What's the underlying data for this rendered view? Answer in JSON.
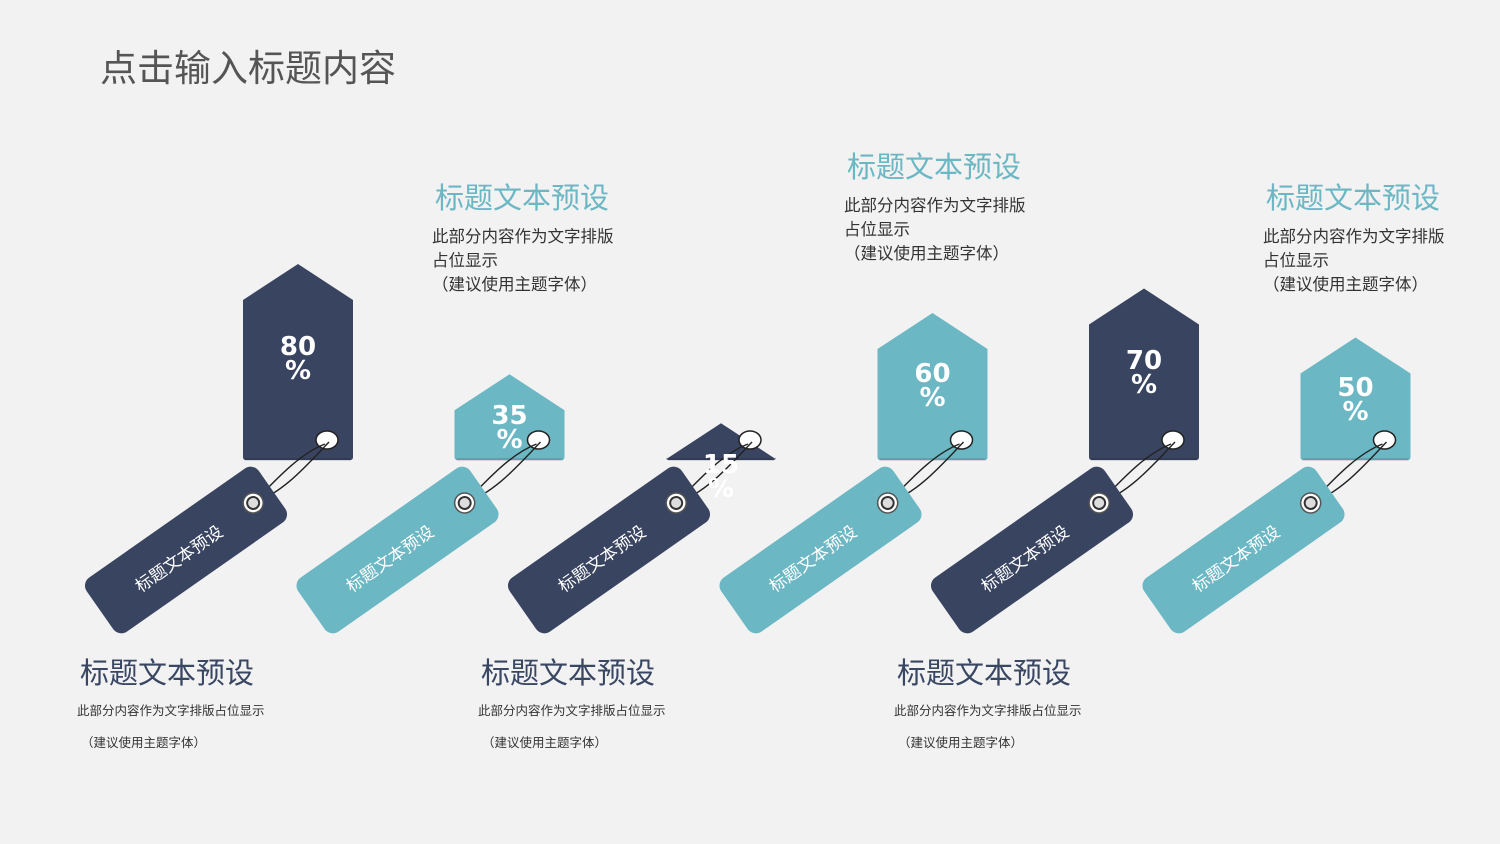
{
  "title": "点击输入标题内容",
  "colors": {
    "dark": "#394461",
    "teal": "#6cb7c4",
    "background": "#f2f2f2"
  },
  "bars": [
    {
      "value": 80,
      "percent_label": "80\n%",
      "color": "dark",
      "tag_label": "标题文本预设"
    },
    {
      "value": 35,
      "percent_label": "35\n%",
      "color": "teal",
      "tag_label": "标题文本预设"
    },
    {
      "value": 15,
      "percent_label": "15\n%",
      "color": "dark",
      "tag_label": "标题文本预设"
    },
    {
      "value": 60,
      "percent_label": "60\n%",
      "color": "teal",
      "tag_label": "标题文本预设"
    },
    {
      "value": 70,
      "percent_label": "70\n%",
      "color": "dark",
      "tag_label": "标题文本预设"
    },
    {
      "value": 50,
      "percent_label": "50\n%",
      "color": "teal",
      "tag_label": "标题文本预设"
    }
  ],
  "top_blocks": [
    {
      "heading": "标题文本预设",
      "line1": "此部分内容作为文字排版",
      "line2": "占位显示",
      "line3": "（建议使用主题字体）"
    },
    {
      "heading": "标题文本预设",
      "line1": "此部分内容作为文字排版",
      "line2": "占位显示",
      "line3": "（建议使用主题字体）"
    },
    {
      "heading": "标题文本预设",
      "line1": "此部分内容作为文字排版",
      "line2": "占位显示",
      "line3": "（建议使用主题字体）"
    }
  ],
  "bottom_blocks": [
    {
      "heading": "标题文本预设",
      "line1": "此部分内容作为文字排版占位显示",
      "line2": "（建议使用主题字体）"
    },
    {
      "heading": "标题文本预设",
      "line1": "此部分内容作为文字排版占位显示",
      "line2": "（建议使用主题字体）"
    },
    {
      "heading": "标题文本预设",
      "line1": "此部分内容作为文字排版占位显示",
      "line2": "（建议使用主题字体）"
    }
  ]
}
